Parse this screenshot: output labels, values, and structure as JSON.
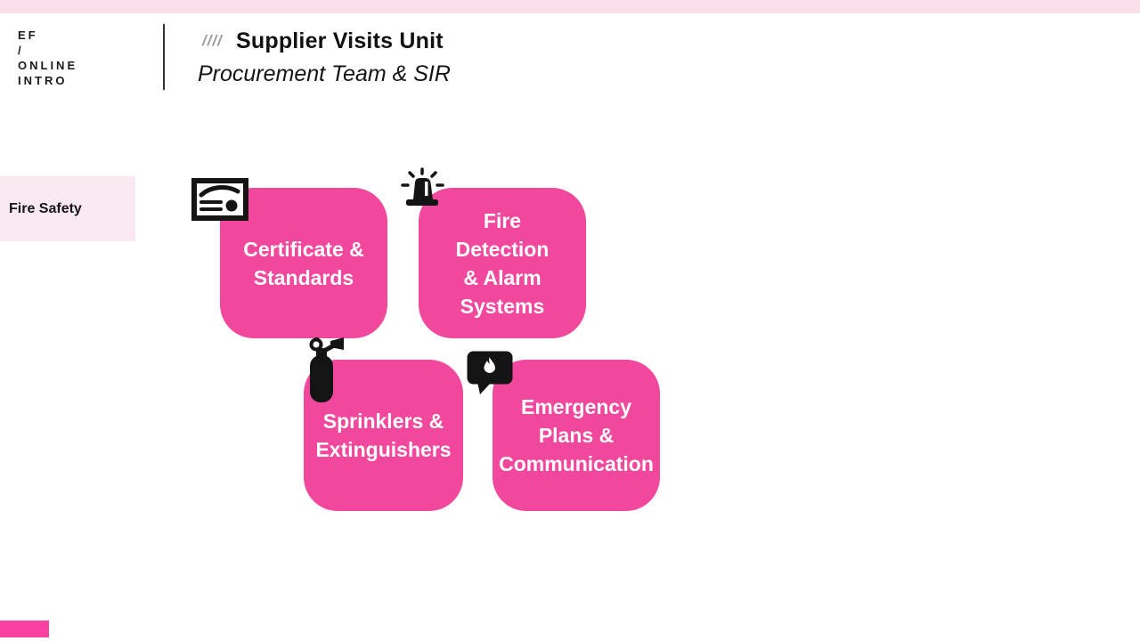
{
  "theme": {
    "accent_pink": "#F1489D",
    "strip_pink": "#FBDFEC",
    "chip_pink": "#FAE8F2",
    "corner_pink": "#FA41A1",
    "text_dark": "#1B1B1B",
    "slash_gray": "#9B9B9B",
    "card_text_color": "#FFFFFF"
  },
  "header": {
    "logo_lines": [
      "EF",
      "/",
      "ONLINE",
      "INTRO"
    ],
    "slashes": "////",
    "title": "Supplier Visits Unit",
    "subtitle": "Procurement Team & SIR"
  },
  "sidebar": {
    "category_label": "Fire Safety"
  },
  "cards": [
    {
      "id": "certificate-standards",
      "icon": "certificate-icon",
      "lines": [
        "Certificate &",
        "Standards"
      ]
    },
    {
      "id": "fire-detection-alarm-systems",
      "icon": "siren-icon",
      "lines": [
        "Fire",
        "Detection",
        "& Alarm",
        "Systems"
      ]
    },
    {
      "id": "sprinklers-extinguishers",
      "icon": "fire-extinguisher-icon",
      "lines": [
        "Sprinklers &",
        "Extinguishers"
      ]
    },
    {
      "id": "emergency-plans-communication",
      "icon": "chat-flame-icon",
      "lines": [
        "Emergency",
        "Plans &",
        "Communication"
      ]
    }
  ]
}
